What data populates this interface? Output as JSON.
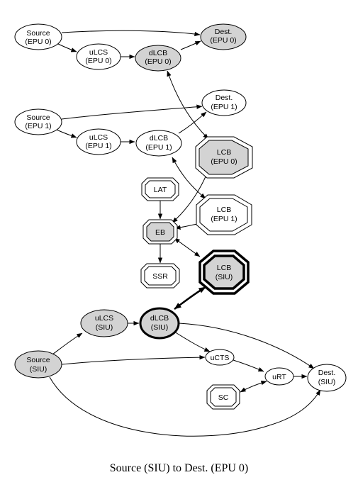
{
  "caption": "Source (SIU) to Dest. (EPU 0)",
  "colors": {
    "gray_fill": "#d3d3d3",
    "white_fill": "#ffffff",
    "stroke": "#000000"
  },
  "nodes": {
    "source_epu0": {
      "line1": "Source",
      "line2": "(EPU 0)"
    },
    "dest_epu0": {
      "line1": "Dest.",
      "line2": "(EPU 0)"
    },
    "ulcs_epu0": {
      "line1": "uLCS",
      "line2": "(EPU 0)"
    },
    "dlcb_epu0": {
      "line1": "dLCB",
      "line2": "(EPU 0)"
    },
    "source_epu1": {
      "line1": "Source",
      "line2": "(EPU 1)"
    },
    "dest_epu1": {
      "line1": "Dest.",
      "line2": "(EPU 1)"
    },
    "ulcs_epu1": {
      "line1": "uLCS",
      "line2": "(EPU 1)"
    },
    "dlcb_epu1": {
      "line1": "dLCB",
      "line2": "(EPU 1)"
    },
    "lcb_epu0": {
      "line1": "LCB",
      "line2": "(EPU 0)"
    },
    "lcb_epu1": {
      "line1": "LCB",
      "line2": "(EPU 1)"
    },
    "lat": {
      "label": "LAT"
    },
    "eb": {
      "label": "EB"
    },
    "ssr": {
      "label": "SSR"
    },
    "lcb_siu": {
      "line1": "LCB",
      "line2": "(SIU)"
    },
    "ulcs_siu": {
      "line1": "uLCS",
      "line2": "(SIU)"
    },
    "dlcb_siu": {
      "line1": "dLCB",
      "line2": "(SIU)"
    },
    "source_siu": {
      "line1": "Source",
      "line2": "(SIU)"
    },
    "ucts": {
      "label": "uCTS"
    },
    "urt": {
      "label": "uRT"
    },
    "dest_siu": {
      "line1": "Dest.",
      "line2": "(SIU)"
    },
    "sc": {
      "label": "SC"
    }
  }
}
